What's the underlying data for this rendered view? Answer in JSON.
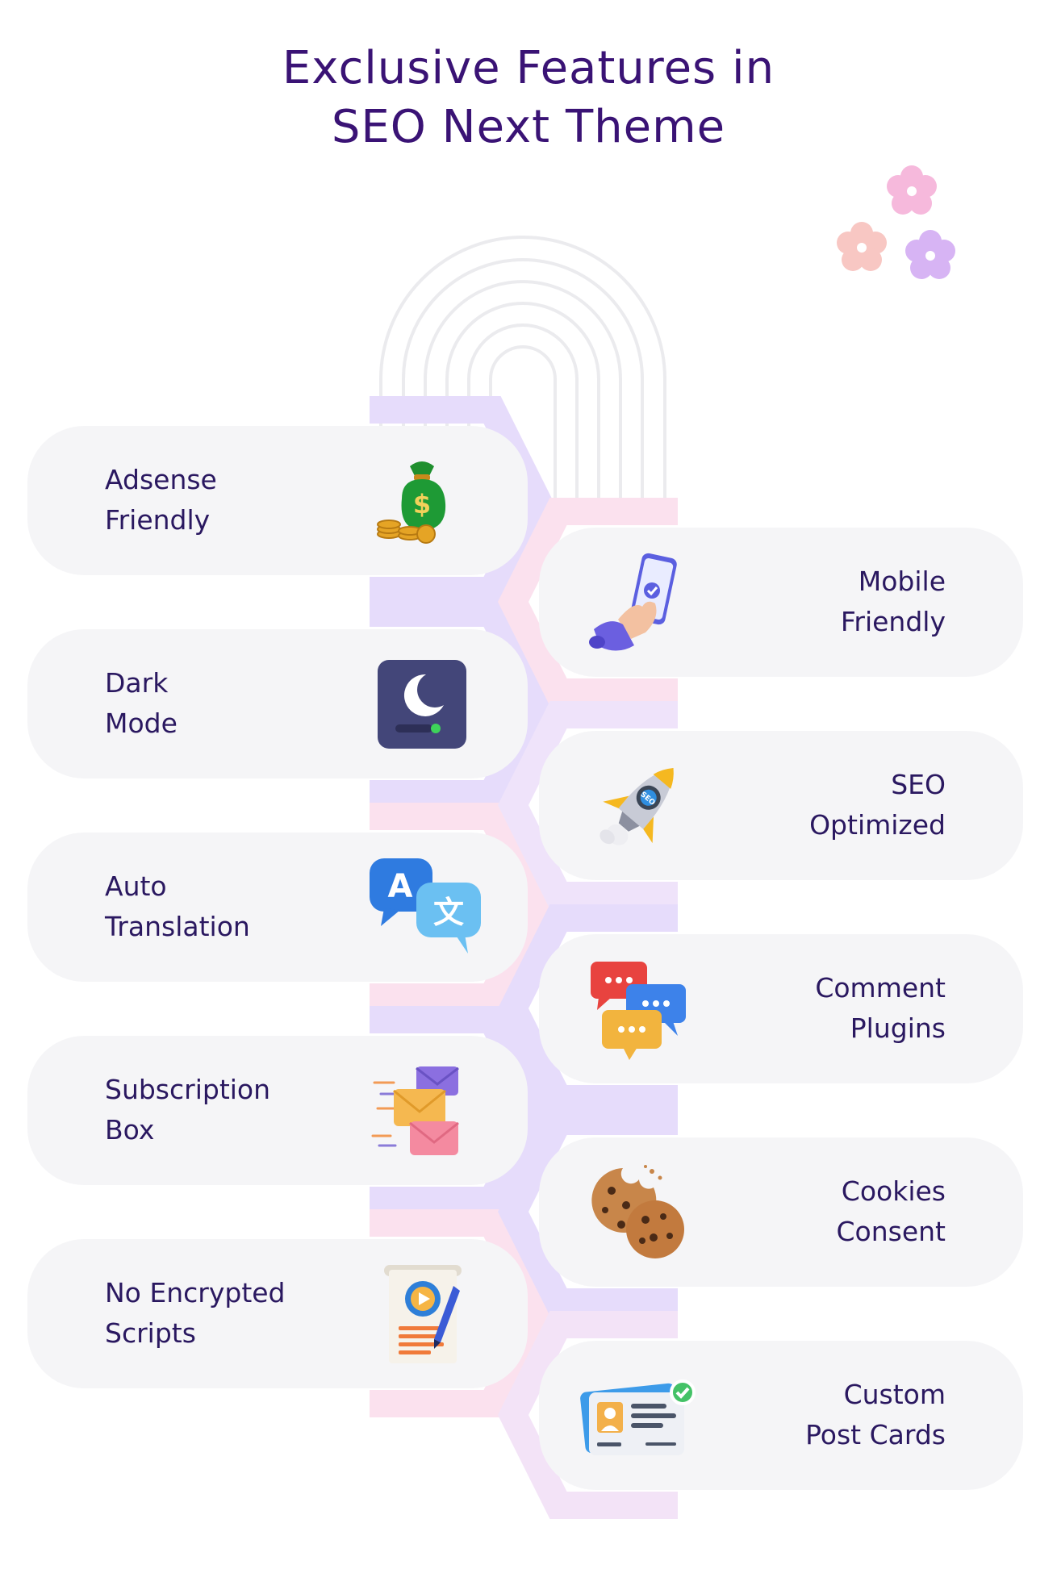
{
  "title": {
    "line1": "Exclusive Features in",
    "line2": "SEO Next Theme"
  },
  "features": [
    {
      "label_line1": "Adsense",
      "label_line2": "Friendly",
      "icon": "money-bag-icon"
    },
    {
      "label_line1": "Mobile",
      "label_line2": "Friendly",
      "icon": "smartphone-hand-icon"
    },
    {
      "label_line1": "Dark",
      "label_line2": "Mode",
      "icon": "dark-mode-moon-icon"
    },
    {
      "label_line1": "SEO",
      "label_line2": "Optimized",
      "icon": "rocket-icon"
    },
    {
      "label_line1": "Auto",
      "label_line2": "Translation",
      "icon": "translate-bubbles-icon"
    },
    {
      "label_line1": "Comment",
      "label_line2": "Plugins",
      "icon": "chat-bubbles-icon"
    },
    {
      "label_line1": "Subscription",
      "label_line2": "Box",
      "icon": "envelopes-icon"
    },
    {
      "label_line1": "Cookies",
      "label_line2": "Consent",
      "icon": "cookies-icon"
    },
    {
      "label_line1": "No Encrypted",
      "label_line2": "Scripts",
      "icon": "script-document-icon"
    },
    {
      "label_line1": "Custom",
      "label_line2": "Post Cards",
      "icon": "id-card-icon"
    }
  ],
  "colors": {
    "title": "#3a1375",
    "label": "#2a1860",
    "card_bg": "#f5f5f7",
    "hex_lavender": "#e6dcfb",
    "hex_pink": "#fbe1ee",
    "flower_pink": "#f6b9dc",
    "flower_peach": "#f8c7c3",
    "flower_lilac": "#d7b4f4"
  }
}
